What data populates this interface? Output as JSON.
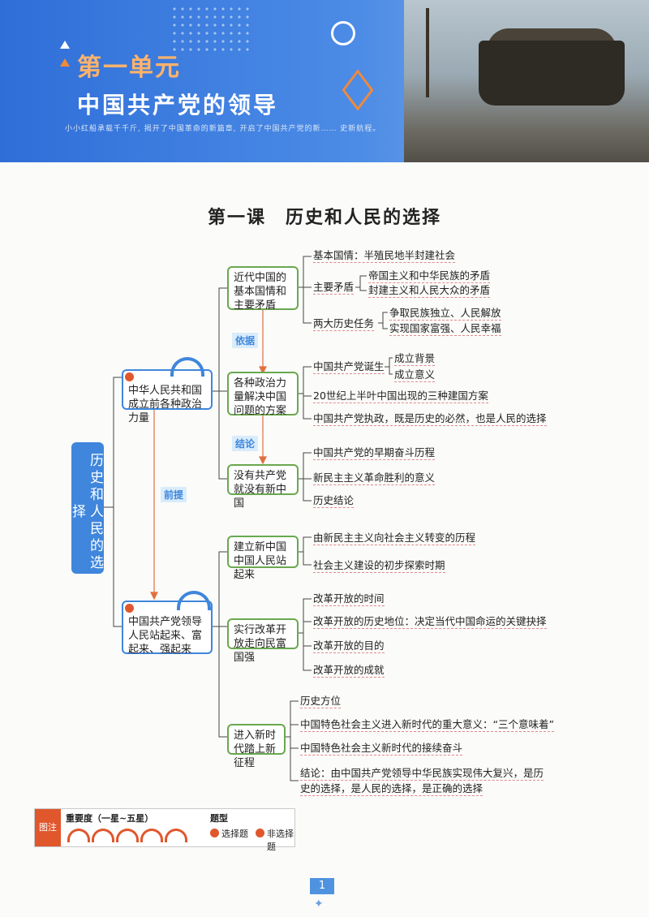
{
  "banner": {
    "unit": "第一单元",
    "unit_title": "中国共产党的领导",
    "scribble": "小小红船承载千千斤, 揭开了中国革命的新篇章, 开启了中国共产党的新…… 史新航程。"
  },
  "lesson_title": "第一课　历史和人民的选择",
  "root": "历史和人民的选择",
  "level1": [
    {
      "label": "中华人民共和国成立前各种政治力量"
    },
    {
      "label": "中国共产党领导人民站起来、富起来、强起来"
    }
  ],
  "level2": [
    {
      "label": "近代中国的基本国情和主要矛盾"
    },
    {
      "label": "各种政治力量解决中国问题的方案"
    },
    {
      "label": "没有共产党就没有新中国"
    },
    {
      "label": "建立新中国 中国人民站起来"
    },
    {
      "label": "实行改革开放走向民富国强"
    },
    {
      "label": "进入新时代踏上新征程"
    }
  ],
  "tags": {
    "basis": "依据",
    "conclusion": "结论",
    "premise": "前提"
  },
  "leaves": {
    "a1": "基本国情：半殖民地半封建社会",
    "a2": "主要矛盾",
    "a2_1": "帝国主义和中华民族的矛盾",
    "a2_2": "封建主义和人民大众的矛盾",
    "a3": "两大历史任务",
    "a3_1": "争取民族独立、人民解放",
    "a3_2": "实现国家富强、人民幸福",
    "b1": "中国共产党诞生",
    "b1_1": "成立背景",
    "b1_2": "成立意义",
    "b2": "20世纪上半叶中国出现的三种建国方案",
    "b3": "中国共产党执政，既是历史的必然，也是人民的选择",
    "c1": "中国共产党的早期奋斗历程",
    "c2": "新民主主义革命胜利的意义",
    "c3": "历史结论",
    "d1": "由新民主主义向社会主义转变的历程",
    "d2": "社会主义建设的初步探索时期",
    "e1": "改革开放的时间",
    "e2": "改革开放的历史地位：决定当代中国命运的关键抉择",
    "e3": "改革开放的目的",
    "e4": "改革开放的成就",
    "f1": "历史方位",
    "f2": "中国特色社会主义进入新时代的重大意义：“三个意味着”",
    "f3": "中国特色社会主义新时代的接续奋斗",
    "f4a": "结论：由中国共产党领导中华民族实现伟大复兴，是历",
    "f4b": "史的选择，是人民的选择，是正确的选择"
  },
  "legend": {
    "badge": "图注",
    "importance": "重要度（一星~五星）",
    "qtype": "题型",
    "choice": "选择题",
    "nonchoice": "非选择题"
  },
  "page_number": "1",
  "colors": {
    "blue": "#3f86dc",
    "green": "#6aa84f",
    "orange": "#e0572c"
  }
}
